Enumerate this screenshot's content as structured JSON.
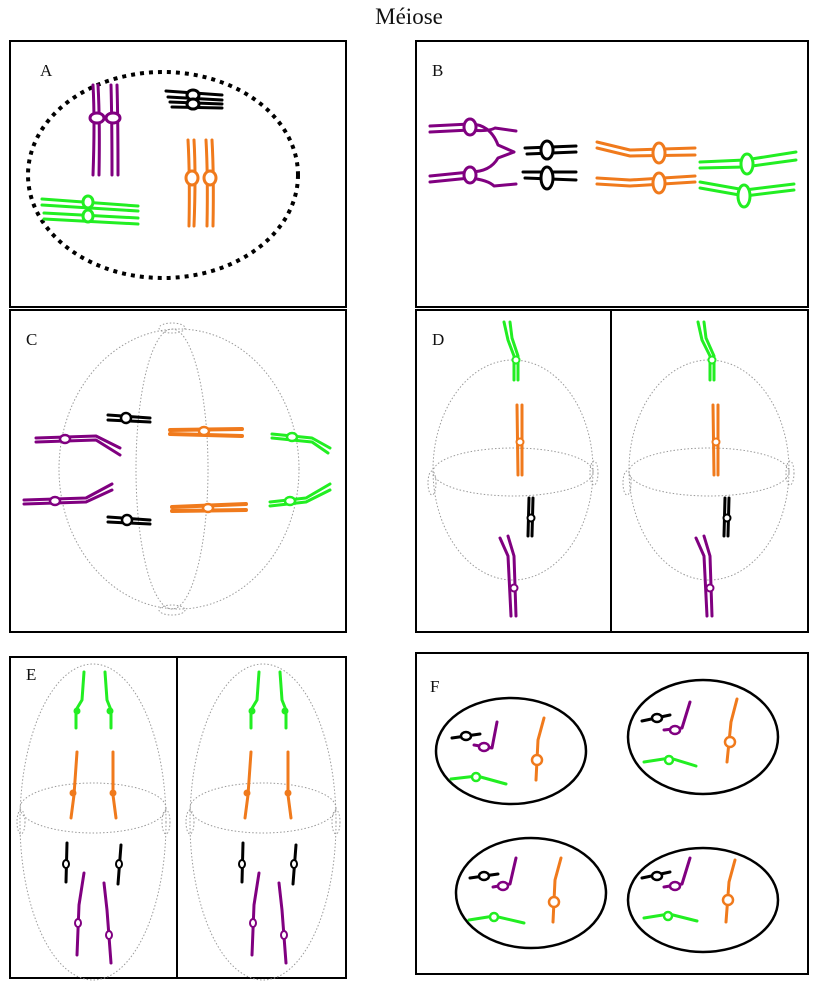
{
  "title": "Méiose",
  "panels": {
    "a": "A",
    "b": "B",
    "c": "C",
    "d": "D",
    "e": "E",
    "f": "F"
  },
  "colors": {
    "purple": "#800080",
    "black": "#000000",
    "orange": "#f07a1c",
    "green": "#22ee22",
    "spindle": "#9a9a9a"
  }
}
